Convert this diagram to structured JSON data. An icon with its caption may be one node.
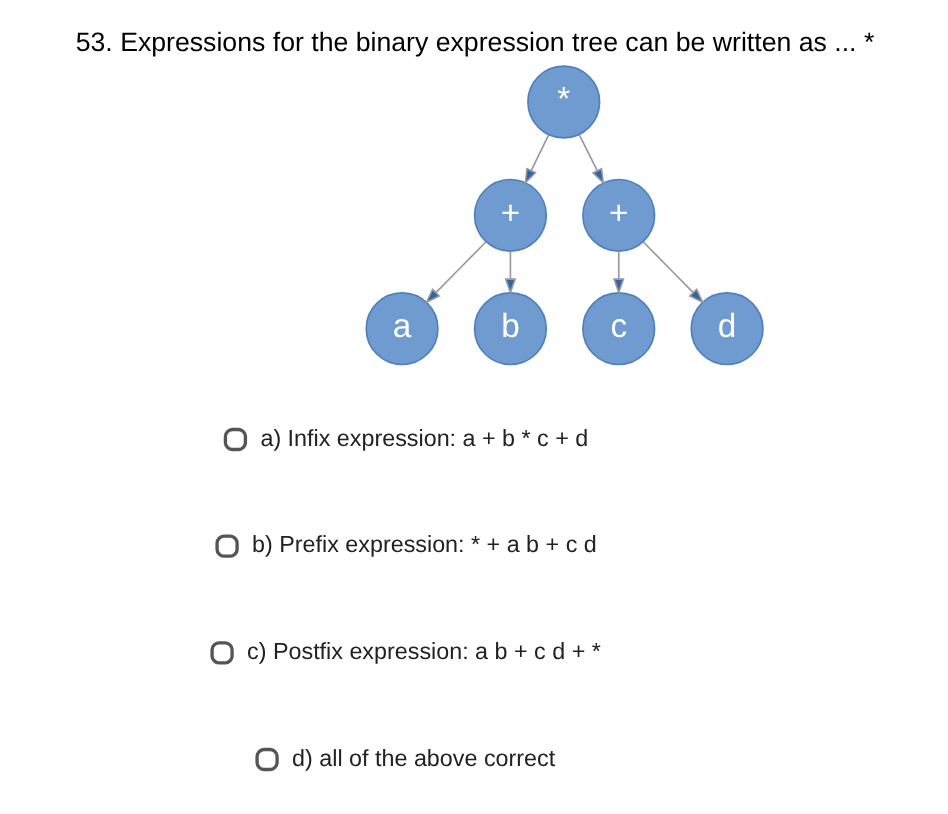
{
  "diagram": {
    "title": "53. Expressions for the binary expression tree can be written as ... *",
    "nodes": [
      {
        "text": [
          "*"
        ]
      },
      {
        "text": [
          "+"
        ]
      },
      {
        "text": [
          "+"
        ]
      },
      {
        "text": [
          "a"
        ]
      },
      {
        "text": [
          "b"
        ]
      },
      {
        "text": [
          "c"
        ]
      },
      {
        "text": [
          "d"
        ]
      }
    ],
    "edges": [
      {
        "from": 0,
        "to": 1,
        "arrow": "to"
      },
      {
        "from": 0,
        "to": 2,
        "arrow": "to"
      },
      {
        "from": 1,
        "to": 3,
        "arrow": "to"
      },
      {
        "from": 1,
        "to": 4,
        "arrow": "to"
      },
      {
        "from": 2,
        "to": 5,
        "arrow": "to"
      },
      {
        "from": 2,
        "to": 6,
        "arrow": "to"
      }
    ],
    "labels": [
      "a) Infix expression: a + b * c + d",
      "b) Prefix expression: * + a b + c d",
      "c) Postfix expression: a b + c d + *",
      "d) all of the above correct"
    ]
  }
}
